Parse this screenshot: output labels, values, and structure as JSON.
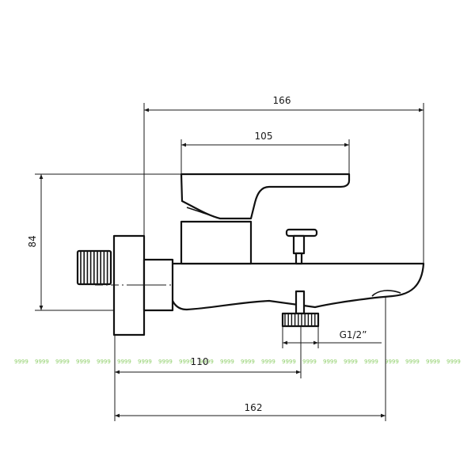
{
  "dimensions": {
    "overall_width": "166",
    "handle_length": "105",
    "height": "84",
    "center_to_outlet": "110",
    "wall_to_spout": "162",
    "thread_spec": "G1/2”"
  },
  "colors": {
    "line": "#111111",
    "background": "#ffffff",
    "watermark": "#8fcf6a"
  },
  "watermark": {
    "text": "9999"
  }
}
